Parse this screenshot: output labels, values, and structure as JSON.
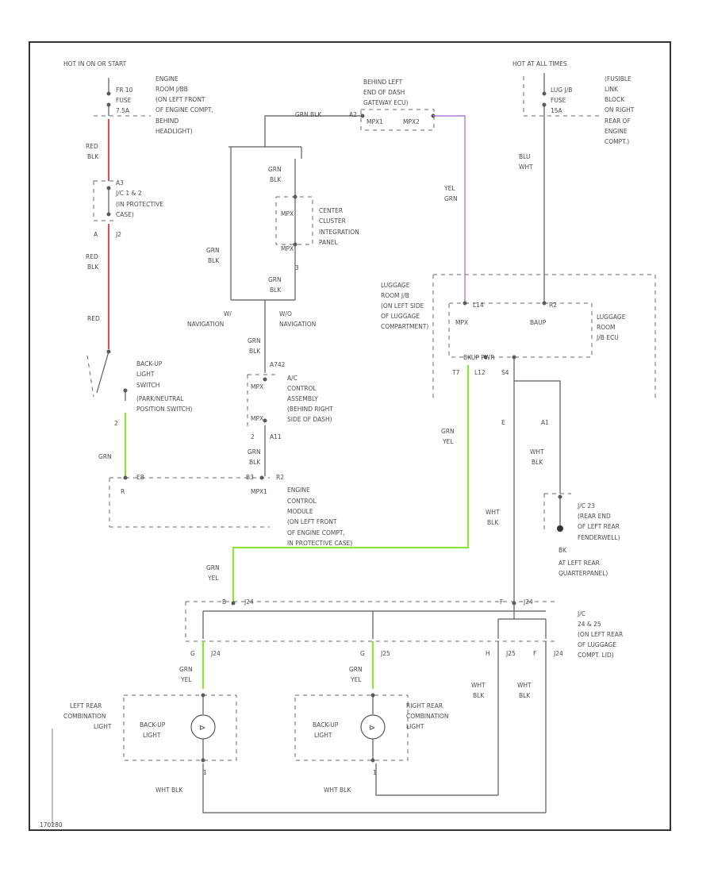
{
  "colors": {
    "red_wire": "#e64a4a",
    "grn_wire": "#8de33a",
    "vio_wire": "#b07ad0",
    "line": "#5a5a5a"
  },
  "labels": {
    "hot_run_start": "HOT IN ON OR START",
    "hot_all_times": "HOT AT ALL TIMES",
    "fuse_left_1": "FR 10",
    "fuse_left_2": "FUSE",
    "fuse_left_3": "7.5A",
    "engine_room_1": "ENGINE",
    "engine_room_2": "ROOM J/BB",
    "engine_room_3": "(ON LEFT FRONT",
    "engine_room_4": "OF ENGINE COMPT,",
    "engine_room_5": "BEHIND",
    "engine_room_6": "HEADLIGHT)",
    "fuse_right_1": "LUG J/B",
    "fuse_right_2": "FUSE",
    "fuse_right_3": "15A",
    "fusible_1": "(FUSIBLE",
    "fusible_2": "LINK",
    "fusible_3": "BLOCK",
    "fusible_4": "ON RIGHT",
    "fusible_5": "REAR OF",
    "fusible_6": "ENGINE",
    "fusible_7": "COMPT.)",
    "gateway_1": "BEHIND LEFT",
    "gateway_2": "END OF DASH",
    "gateway_3": "GATEWAY ECU)",
    "mpx1": "MPX1",
    "mpx2": "MPX2",
    "grn_blk_top": "GRN BLK",
    "a2": "A2",
    "red_blk_1": "RED",
    "red_blk_2": "BLK",
    "a3": "A3",
    "jc12_1": "J/C 1 & 2",
    "jc12_2": "(IN PROTECTIVE",
    "jc12_3": "CASE)",
    "j2": "J2",
    "a": "A",
    "red": "RED",
    "grn_blk_a1": "GRN",
    "grn_blk_a2": "BLK",
    "center_cluster_1": "CENTER",
    "center_cluster_2": "CLUSTER",
    "center_cluster_3": "INTEGRATION",
    "center_cluster_4": "PANEL",
    "mpx": "MPX",
    "mpx_b": "MPX",
    "pin2": "2",
    "pin3": "3",
    "grn_blk_b1": "GRN",
    "grn_blk_b2": "BLK",
    "grn_blk_c1": "GRN",
    "grn_blk_c2": "BLK",
    "w_nav": "W/",
    "w_nav2": "NAVIGATION",
    "wo_nav": "W/O",
    "wo_nav2": "NAVIGATION",
    "yel_grn_1": "YEL",
    "yel_grn_2": "GRN",
    "blu_wht_1": "BLU",
    "blu_wht_2": "WHT",
    "lug_room_1": "LUGGAGE",
    "lug_room_2": "ROOM J/B",
    "lug_room_3": "(ON LEFT SIDE",
    "lug_room_4": "OF LUGGAGE",
    "lug_room_5": "COMPARTMENT)",
    "lug_ecu_1": "LUGGAGE",
    "lug_ecu_2": "ROOM",
    "lug_ecu_3": "J/B ECU",
    "mpx_lug": "MPX",
    "baup": "BAUP",
    "bkup_power": "BKUP PWR",
    "l14": "L14",
    "r2": "R2",
    "l12": "L12",
    "t_pin": "T7",
    "s_pin": "S4",
    "grn_blk_d1": "GRN",
    "grn_blk_d2": "BLK",
    "a742": "A742",
    "switch_1": "BACK-UP",
    "switch_2": "LIGHT",
    "switch_3": "SWITCH",
    "switch_4": "(PARK/NEUTRAL",
    "switch_5": "POSITION SWITCH)",
    "ac_ctrl_1": "A/C",
    "ac_ctrl_2": "CONTROL",
    "ac_ctrl_3": "ASSEMBLY",
    "ac_ctrl_4": "(BEHIND RIGHT",
    "ac_ctrl_5": "SIDE OF DASH)",
    "mpx_ac": "MPX",
    "mpx_ac2": "MPX",
    "a11": "A11",
    "pin2b": "2",
    "grn_yel_1": "GRN",
    "grn_yel_2": "YEL",
    "e_pin": "E",
    "a_pin2": "A1",
    "wht_blk_a1": "WHT",
    "wht_blk_a2": "BLK",
    "grn_mid": "GRN",
    "pin2c": "2",
    "e8": "E8",
    "b3": "B3",
    "r2b": "R2",
    "r_pin": "R",
    "mpx_ecm": "MPX1",
    "ecm_1": "ENGINE",
    "ecm_2": "CONTROL",
    "ecm_3": "MODULE",
    "ecm_4": "(ON LEFT FRONT",
    "ecm_5": "OF ENGINE COMPT,",
    "ecm_6": "IN PROTECTIVE CASE)",
    "jc23_1": "J/C 23",
    "jc23_2": "(REAR END",
    "jc23_3": "OF LEFT REAR",
    "jc23_4": "FENDERWELL)",
    "wht_blk_b1": "WHT",
    "wht_blk_b2": "BLK",
    "bk": "BK",
    "gnd_1": "AT LEFT REAR",
    "gnd_2": "QUARTERPANEL)",
    "grn_yel_b1": "GRN",
    "grn_yel_b2": "YEL",
    "jc_bot_1": "J/C",
    "jc_bot_2": "24 & 25",
    "jc_bot_3": "(ON LEFT REAR",
    "jc_bot_4": "OF LUGGAGE",
    "jc_bot_5": "COMPT. LID)",
    "b_pin": "B",
    "j24a": "J24",
    "f_pin": "F",
    "j24b": "J24",
    "g_pin1": "G",
    "j24c": "J24",
    "g_pin2": "G",
    "j25": "J25",
    "h_pin": "H",
    "j25b": "J25",
    "f_pin2": "F",
    "j24d": "J24",
    "grn_yel_c1": "GRN",
    "grn_yel_c2": "YEL",
    "grn_yel_d1": "GRN",
    "grn_yel_d2": "YEL",
    "wht_blk_c1": "WHT",
    "wht_blk_c2": "BLK",
    "wht_blk_d1": "WHT",
    "wht_blk_d2": "BLK",
    "lrc_1": "LEFT REAR",
    "lrc_2": "COMBINATION",
    "lrc_3": "LIGHT",
    "rrc_1": "RIGHT REAR",
    "rrc_2": "COMBINATION",
    "rrc_3": "LIGHT",
    "bul_1": "BACK-UP",
    "bul_2": "LIGHT",
    "bul_3": "BACK-UP",
    "bul_4": "LIGHT",
    "pin1a": "1",
    "pin1b": "1",
    "wht_blk_e": "WHT BLK",
    "wht_blk_f": "WHT BLK",
    "code": "170280"
  }
}
